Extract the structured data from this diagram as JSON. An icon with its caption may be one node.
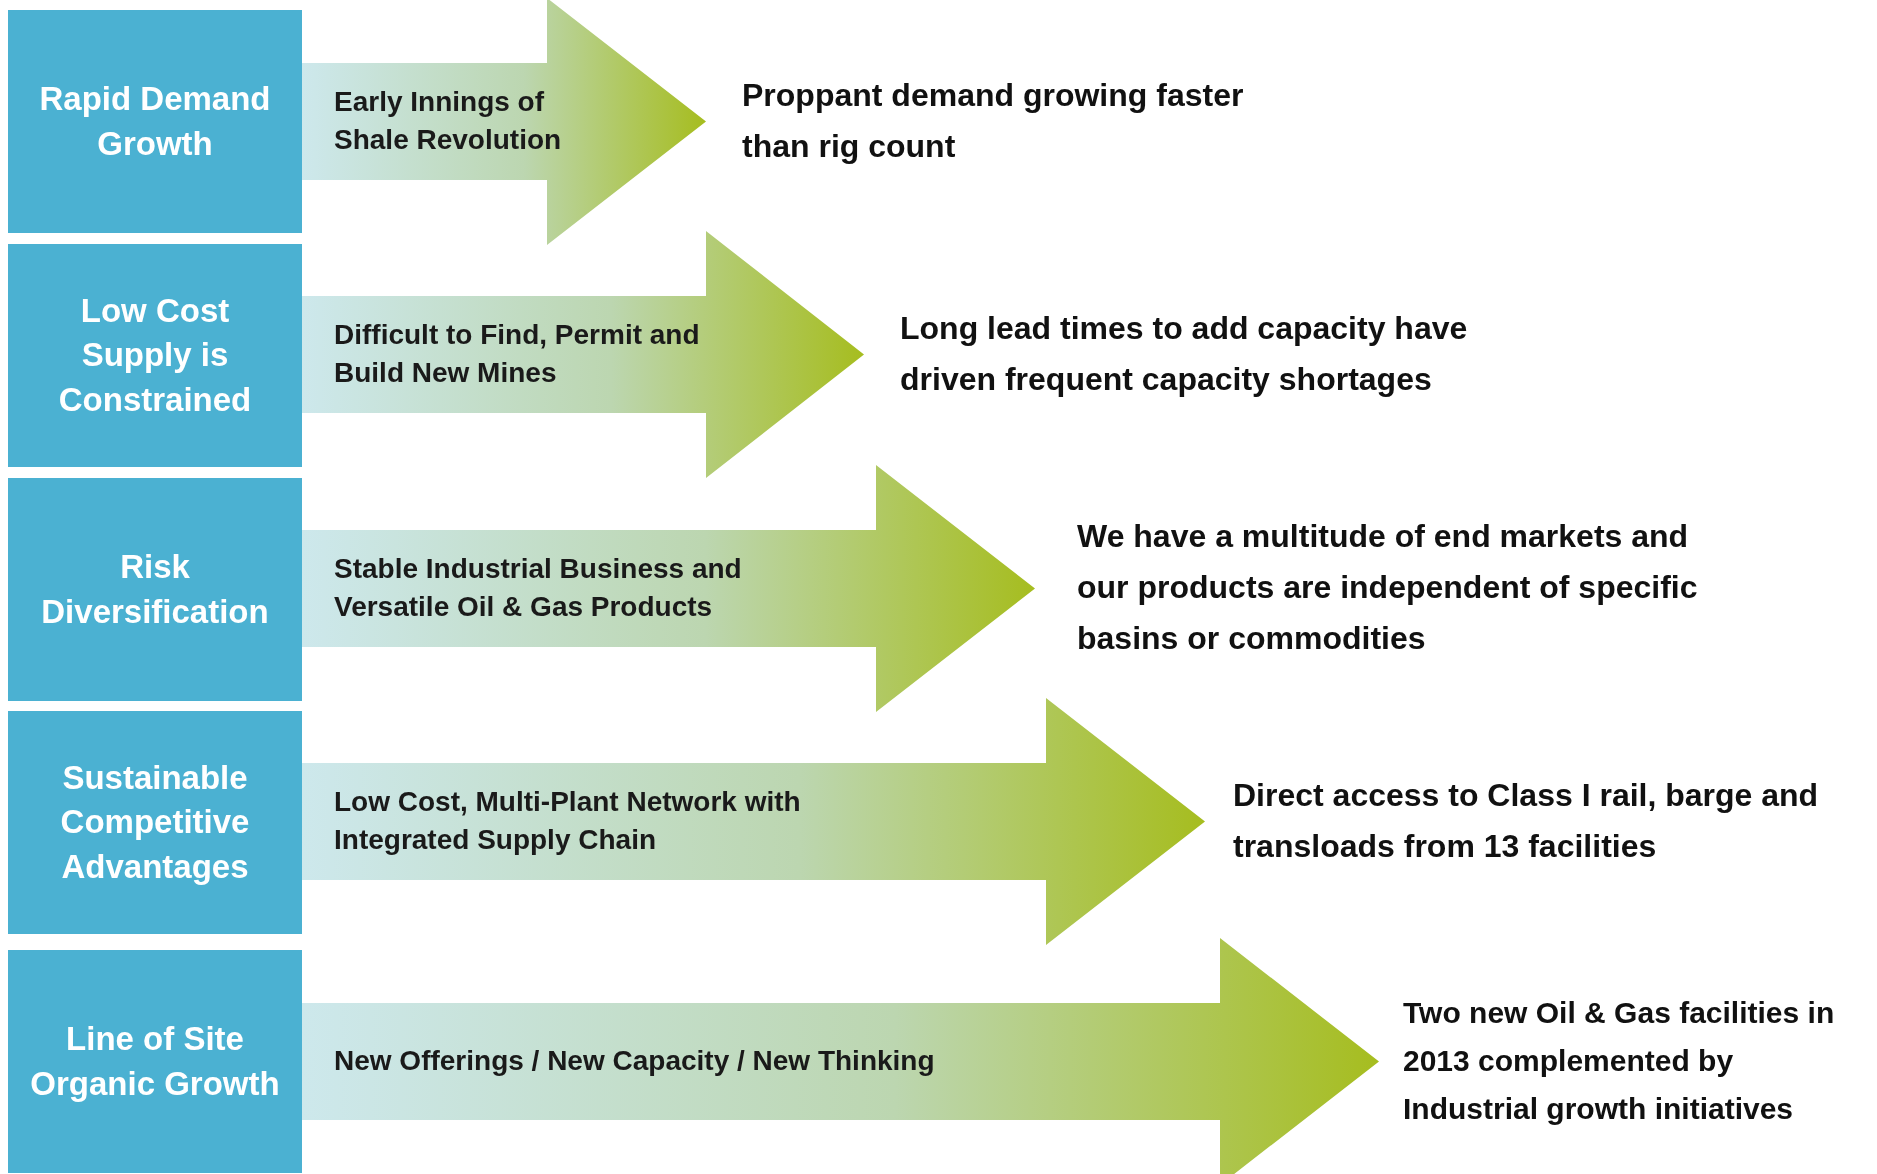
{
  "diagram": {
    "nodes": [
      {
        "text": [
          "Rapid Demand Growth"
        ]
      },
      {
        "text": [
          "Early Innings of Shale Revolution"
        ],
        "beside": [
          "Proppant demand growing faster than rig count"
        ]
      },
      {
        "text": [
          "Low Cost Supply is Constrained"
        ]
      },
      {
        "text": [
          "Difficult to Find, Permit and Build New Mines"
        ],
        "beside": [
          "Long lead times to add capacity have driven frequent capacity shortages"
        ]
      },
      {
        "text": [
          "Risk Diversification"
        ]
      },
      {
        "text": [
          "Stable Industrial Business and Versatile Oil & Gas Products"
        ],
        "beside": [
          "We have a multitude of end markets and our products are independent of specific basins or commodities"
        ]
      },
      {
        "text": [
          "Sustainable Competitive Advantages"
        ]
      },
      {
        "text": [
          "Low Cost, Multi-Plant Network with Integrated Supply Chain"
        ],
        "beside": [
          "Direct access to Class I rail, barge and transloads from 13 facilities"
        ]
      },
      {
        "text": [
          "Line of Site Organic Growth"
        ]
      },
      {
        "text": [
          "New Offerings / New Capacity / New Thinking"
        ],
        "beside": [
          "Two new Oil & Gas facilities in 2013 complemented by Industrial growth initiatives"
        ]
      }
    ]
  }
}
